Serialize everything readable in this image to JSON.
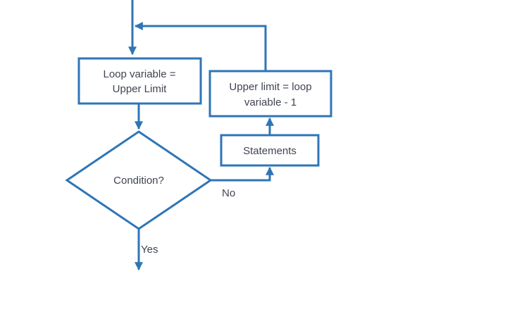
{
  "diagram": {
    "shape_stroke_color": "#2E75B6",
    "shape_fill_color": "#ffffff",
    "text_color": "#3F4450",
    "nodes": {
      "init_box": {
        "line1": "Loop variable =",
        "line2": "Upper Limit"
      },
      "update_box": {
        "line1": "Upper limit = loop",
        "line2": "variable - 1"
      },
      "statements_box": {
        "label": "Statements"
      },
      "condition_diamond": {
        "label": "Condition?"
      }
    },
    "edge_labels": {
      "no": "No",
      "yes": "Yes"
    }
  }
}
